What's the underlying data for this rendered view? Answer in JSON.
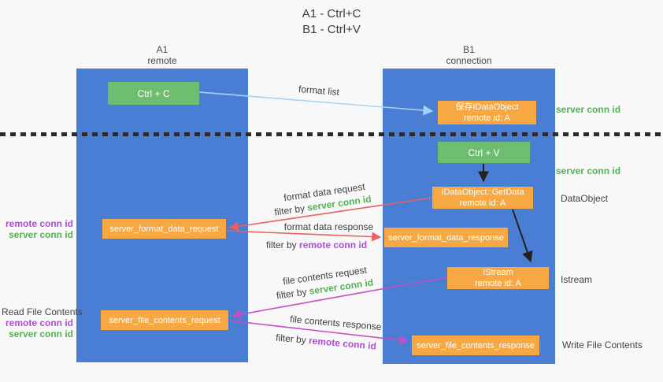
{
  "title": {
    "line1": "A1 - Ctrl+C",
    "line2": "B1 - Ctrl+V"
  },
  "lanes": {
    "a1": {
      "name": "A1",
      "subtitle": "remote"
    },
    "b1": {
      "name": "B1",
      "subtitle": "connection"
    }
  },
  "nodes": {
    "ctrl_c": {
      "label": "Ctrl + C"
    },
    "save_dataobject": {
      "line1": "保存IDataObject",
      "line2": "remote id: A"
    },
    "ctrl_v": {
      "label": "Ctrl + V"
    },
    "getdata": {
      "line1": "IDataObject::GetData",
      "line2": "remote id: A"
    },
    "format_request": {
      "label": "server_format_data_request"
    },
    "format_response": {
      "label": "server_format_data_response"
    },
    "istream": {
      "line1": "IStream",
      "line2": "remote id: A"
    },
    "file_request": {
      "label": "server_file_contents_request"
    },
    "file_response": {
      "label": "server_file_contents_response"
    }
  },
  "arrow_labels": {
    "format_list": "format list",
    "format_data_request": "format data request",
    "format_data_response": "format data response",
    "file_contents_request": "file contents request",
    "file_contents_response": "file contents response",
    "filter_by": "filter by",
    "server_conn_id": "server conn id",
    "remote_conn_id": "remote conn id"
  },
  "side_labels": {
    "server_conn_id": "server conn id",
    "remote_conn_id": "remote conn id",
    "dataobject": "DataObject",
    "istream": "Istream",
    "read_file_contents": "Read File Contents",
    "write_file_contents": "Write File Contents"
  },
  "colors": {
    "lane_blue": "#4a7ed5",
    "box_green": "#6fbe6f",
    "box_orange": "#f7a843",
    "green_text": "#54b054",
    "purple_text": "#ab4fd0",
    "arrow_red": "#e86060",
    "arrow_magenta": "#c44ec4",
    "arrow_blue": "#a5d5f2",
    "arrow_black": "#222222",
    "background": "#f8f8f8"
  }
}
